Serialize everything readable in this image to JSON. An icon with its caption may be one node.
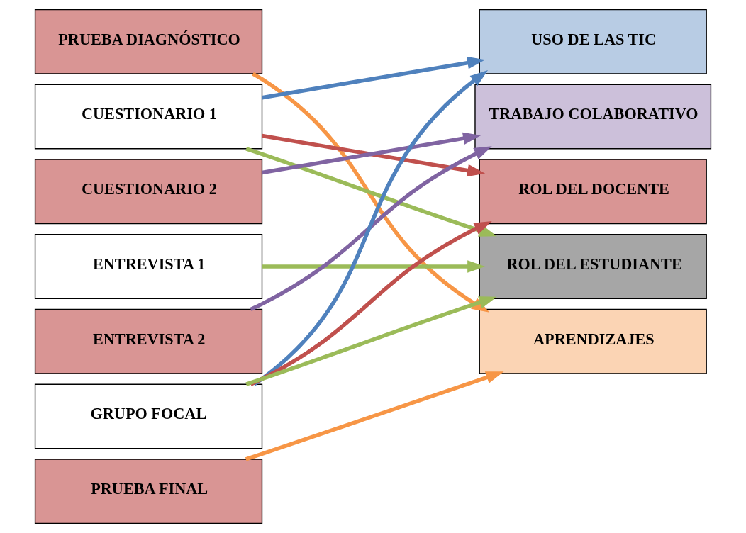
{
  "diagram": {
    "nodes": [
      {
        "text": [
          "PRUEBA DIAGNÓSTICO"
        ]
      },
      {
        "text": [
          "CUESTIONARIO 1"
        ]
      },
      {
        "text": [
          "CUESTIONARIO 2"
        ]
      },
      {
        "text": [
          "ENTREVISTA 1"
        ]
      },
      {
        "text": [
          "ENTREVISTA 2"
        ]
      },
      {
        "text": [
          "GRUPO FOCAL"
        ]
      },
      {
        "text": [
          "PRUEBA FINAL"
        ]
      },
      {
        "text": [
          "USO DE LAS TIC"
        ]
      },
      {
        "text": [
          "TRABAJO COLABORATIVO"
        ]
      },
      {
        "text": [
          "ROL DEL DOCENTE"
        ]
      },
      {
        "text": [
          "ROL DEL ESTUDIANTE"
        ]
      },
      {
        "text": [
          "APRENDIZAJES"
        ]
      }
    ],
    "edges": [
      {
        "from": 0,
        "to": 11,
        "arrow": "to",
        "color": "#f79646"
      },
      {
        "from": 1,
        "to": 7,
        "arrow": "to",
        "color": "#4f81bd"
      },
      {
        "from": 1,
        "to": 9,
        "arrow": "to",
        "color": "#c0504d"
      },
      {
        "from": 1,
        "to": 10,
        "arrow": "to",
        "color": "#9bbb59"
      },
      {
        "from": 2,
        "to": 8,
        "arrow": "to",
        "color": "#8064a2"
      },
      {
        "from": 3,
        "to": 10,
        "arrow": "to",
        "color": "#9bbb59"
      },
      {
        "from": 4,
        "to": 8,
        "arrow": "to",
        "color": "#8064a2"
      },
      {
        "from": 5,
        "to": 7,
        "arrow": "to",
        "color": "#4f81bd"
      },
      {
        "from": 5,
        "to": 9,
        "arrow": "to",
        "color": "#c0504d"
      },
      {
        "from": 5,
        "to": 10,
        "arrow": "to",
        "color": "#9bbb59"
      },
      {
        "from": 6,
        "to": 11,
        "arrow": "to",
        "color": "#f79646"
      }
    ]
  }
}
